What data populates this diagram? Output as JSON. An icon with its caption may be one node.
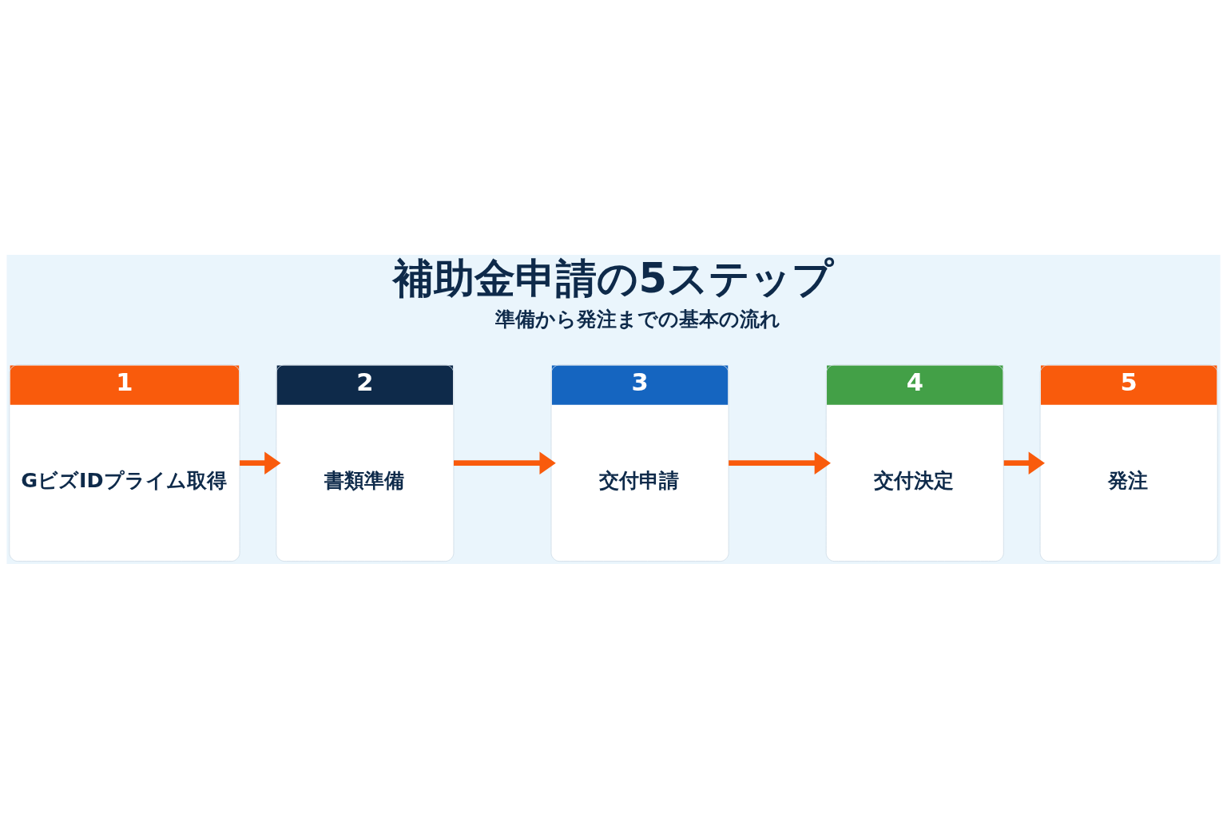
{
  "diagram": {
    "title": "補助金申請の5ステップ",
    "nodes": [
      {
        "text": [
          "1",
          "GビズIDプライム取得"
        ]
      },
      {
        "text": [
          "2",
          "書類準備"
        ]
      },
      {
        "text": [
          "3",
          "交付申請"
        ]
      },
      {
        "text": [
          "4",
          "交付決定"
        ]
      },
      {
        "text": [
          "5",
          "発注"
        ]
      }
    ],
    "edges": [
      {
        "from": 0,
        "to": 1,
        "arrow": "to"
      },
      {
        "from": 1,
        "to": 2,
        "arrow": "to"
      },
      {
        "from": 2,
        "to": 3,
        "arrow": "to"
      },
      {
        "from": 3,
        "to": 4,
        "arrow": "to"
      }
    ],
    "labels": [
      "準備から発注までの基本の流れ"
    ]
  }
}
